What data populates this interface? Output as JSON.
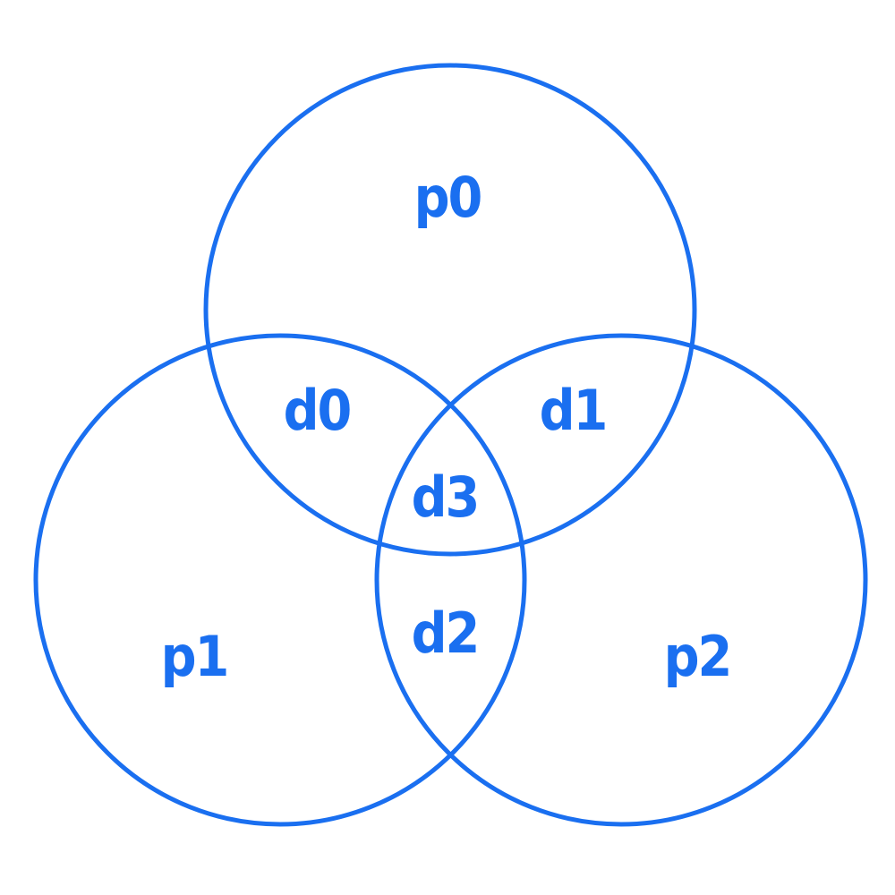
{
  "colors": {
    "stroke": "#1a6ff0",
    "label": "#1a6ff0",
    "background": "#ffffff"
  },
  "diagram": {
    "type": "venn-3",
    "circles": [
      "p0",
      "p1",
      "p2"
    ],
    "labels": {
      "p0": "p0",
      "p1": "p1",
      "p2": "p2",
      "d0": "d0",
      "d1": "d1",
      "d2": "d2",
      "d3": "d3"
    }
  }
}
